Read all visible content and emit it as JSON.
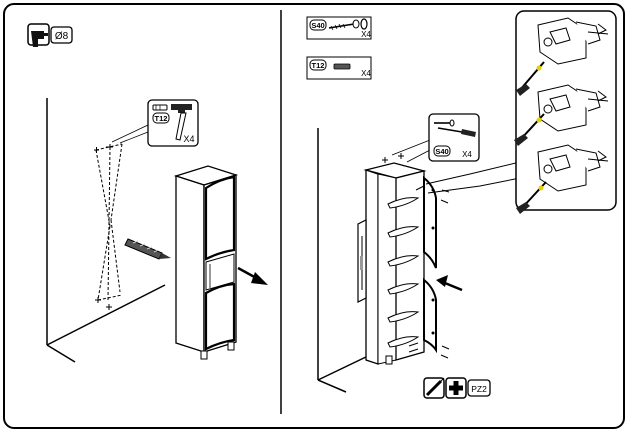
{
  "left_panel": {
    "drill_size": "Ø8",
    "callout": {
      "code": "T12",
      "qty": "X4"
    }
  },
  "right_panel": {
    "parts": [
      {
        "code": "S40",
        "qty": "X4"
      },
      {
        "code": "T12",
        "qty": "X4"
      }
    ],
    "callout": {
      "code": "S40",
      "qty": "X4"
    },
    "screwdriver": "PZ2"
  }
}
